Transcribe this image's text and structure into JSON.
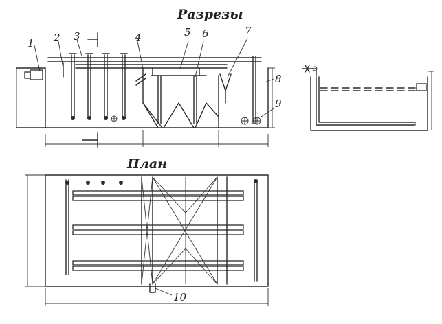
{
  "titles": {
    "sections": "Разрезы",
    "plan": "План"
  },
  "callouts": [
    "1",
    "2",
    "3",
    "4",
    "5",
    "6",
    "7",
    "8",
    "9",
    "10"
  ],
  "colors": {
    "ink": "#2a2a2a",
    "paper": "#ffffff"
  }
}
